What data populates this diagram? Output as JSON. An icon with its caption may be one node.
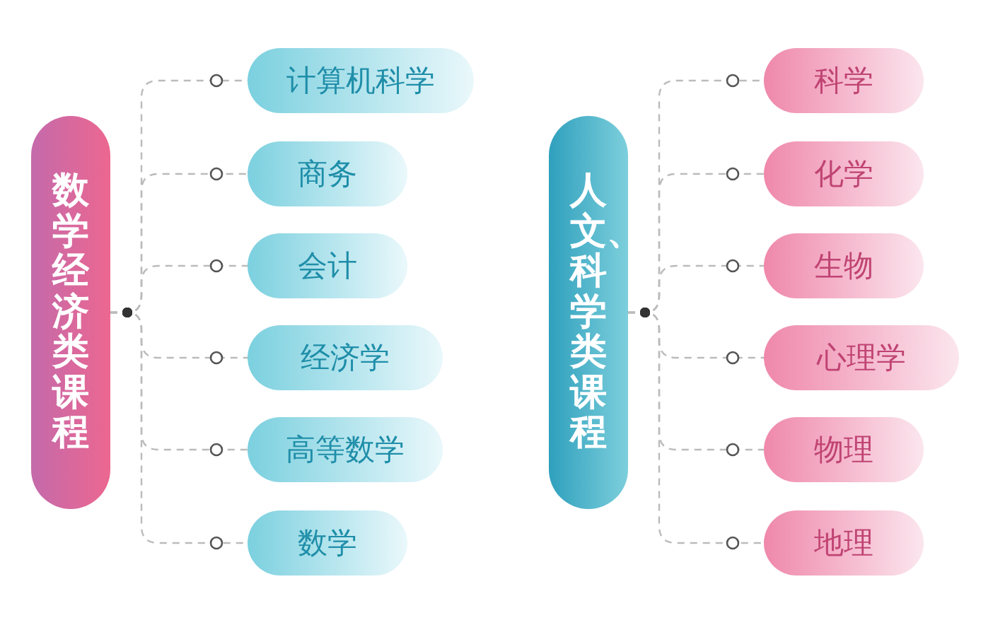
{
  "diagram": {
    "nodes": [
      {
        "text": [
          "数学经济类课程"
        ]
      },
      {
        "text": [
          "计算机科学"
        ]
      },
      {
        "text": [
          "商务"
        ]
      },
      {
        "text": [
          "会计"
        ]
      },
      {
        "text": [
          "经济学"
        ]
      },
      {
        "text": [
          "高等数学"
        ]
      },
      {
        "text": [
          "数学"
        ]
      },
      {
        "text": [
          "人文、科学类课程"
        ]
      },
      {
        "text": [
          "科学"
        ]
      },
      {
        "text": [
          "化学"
        ]
      },
      {
        "text": [
          "生物"
        ]
      },
      {
        "text": [
          "心理学"
        ]
      },
      {
        "text": [
          "物理"
        ]
      },
      {
        "text": [
          "地理"
        ]
      }
    ],
    "edges": [
      {
        "from": 0,
        "to": 1,
        "arrow": "other",
        "style": "dashed"
      },
      {
        "from": 0,
        "to": 2,
        "arrow": "other",
        "style": "dashed"
      },
      {
        "from": 0,
        "to": 3,
        "arrow": "other",
        "style": "dashed"
      },
      {
        "from": 0,
        "to": 4,
        "arrow": "other",
        "style": "dashed"
      },
      {
        "from": 0,
        "to": 5,
        "arrow": "other",
        "style": "dashed"
      },
      {
        "from": 0,
        "to": 6,
        "arrow": "other",
        "style": "dashed"
      },
      {
        "from": 7,
        "to": 8,
        "arrow": "other",
        "style": "dashed"
      },
      {
        "from": 7,
        "to": 9,
        "arrow": "other",
        "style": "dashed"
      },
      {
        "from": 7,
        "to": 10,
        "arrow": "other",
        "style": "dashed"
      },
      {
        "from": 7,
        "to": 11,
        "arrow": "other",
        "style": "dashed"
      },
      {
        "from": 7,
        "to": 12,
        "arrow": "other",
        "style": "dashed"
      },
      {
        "from": 7,
        "to": 13,
        "arrow": "other",
        "style": "dashed"
      }
    ]
  }
}
